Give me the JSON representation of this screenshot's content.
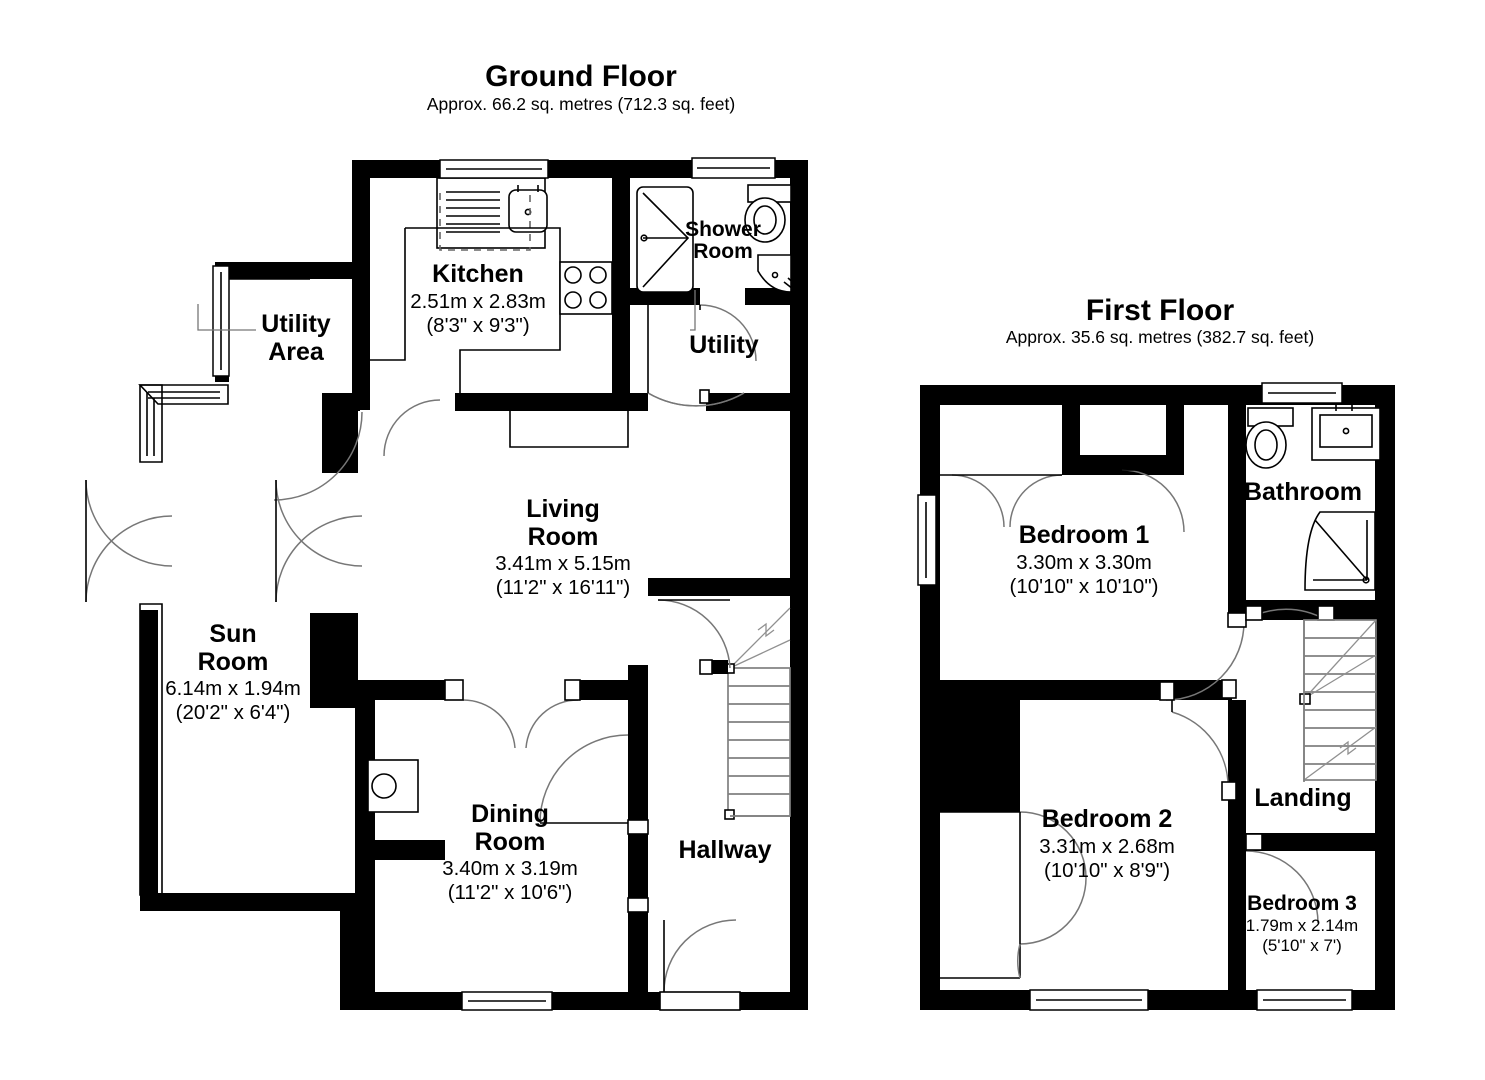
{
  "document": {
    "type": "property-floor-plan",
    "background_color": "#ffffff",
    "line_color": "#000000"
  },
  "floors": [
    {
      "id": "ground",
      "title": "Ground Floor",
      "subtitle": "Approx. 66.2 sq. metres (712.3 sq. feet)"
    },
    {
      "id": "first",
      "title": "First Floor",
      "subtitle": "Approx. 35.6 sq. metres (382.7 sq. feet)"
    }
  ],
  "ground_rooms": {
    "kitchen": {
      "name": "Kitchen",
      "metric": "2.51m x 2.83m",
      "imperial": "(8'3\" x 9'3\")"
    },
    "utility_area": {
      "name_line1": "Utility",
      "name_line2": "Area"
    },
    "shower_room": {
      "name_line1": "Shower",
      "name_line2": "Room"
    },
    "utility": {
      "name": "Utility"
    },
    "living_room": {
      "name_line1": "Living",
      "name_line2": "Room",
      "metric": "3.41m x 5.15m",
      "imperial": "(11'2\" x 16'11\")"
    },
    "sun_room": {
      "name_line1": "Sun",
      "name_line2": "Room",
      "metric": "6.14m x 1.94m",
      "imperial": "(20'2\" x 6'4\")"
    },
    "dining_room": {
      "name_line1": "Dining",
      "name_line2": "Room",
      "metric": "3.40m x 3.19m",
      "imperial": "(11'2\" x 10'6\")"
    },
    "hallway": {
      "name": "Hallway"
    }
  },
  "first_rooms": {
    "bedroom_1": {
      "name": "Bedroom 1",
      "metric": "3.30m x 3.30m",
      "imperial": "(10'10\" x 10'10\")"
    },
    "bedroom_2": {
      "name": "Bedroom 2",
      "metric": "3.31m x 2.68m",
      "imperial": "(10'10\" x 8'9\")"
    },
    "bedroom_3": {
      "name": "Bedroom 3",
      "metric": "1.79m x 2.14m",
      "imperial": "(5'10\" x 7')"
    },
    "bathroom": {
      "name": "Bathroom"
    },
    "landing": {
      "name": "Landing"
    }
  },
  "fixtures": {
    "ground": [
      "kitchen-sink-icon",
      "kitchen-drainer-icon",
      "hob-icon",
      "kitchen-island-dashed-icon",
      "shower-enclosure-icon",
      "toilet-icon",
      "corner-basin-icon",
      "fireplace-icon",
      "staircase-icon"
    ],
    "first": [
      "toilet-icon",
      "washbasin-icon",
      "corner-shower-icon",
      "staircase-icon"
    ]
  }
}
